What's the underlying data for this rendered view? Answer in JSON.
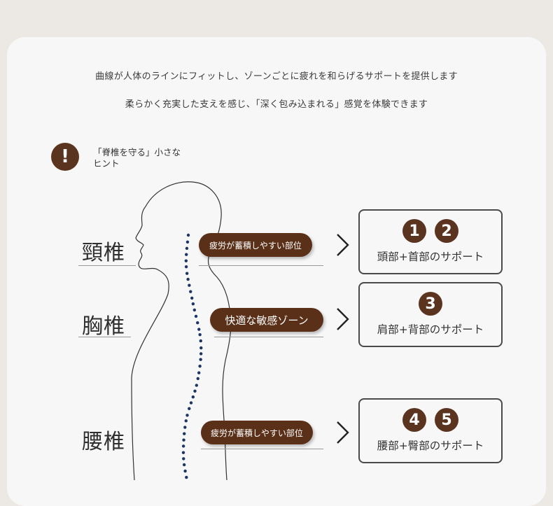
{
  "intro": {
    "line1": "曲線が人体のラインにフィットし、ゾーンごとに疲れを和らげるサポートを提供します",
    "line2": "柔らかく充実した支えを感じ、「深く包み込まれる」感覚を体験できます"
  },
  "hint": {
    "icon": "!",
    "line1": "「脊椎を守る」小さな",
    "line2": "ヒント"
  },
  "zones": [
    {
      "name": "頸椎",
      "tag": "疲労が蓄積しやすい部位",
      "numbers": [
        "1",
        "2"
      ],
      "support": "頭部+首部のサポート"
    },
    {
      "name": "胸椎",
      "tag": "快適な敏感ゾーン",
      "numbers": [
        "3"
      ],
      "support": "肩部+背部のサポート"
    },
    {
      "name": "腰椎",
      "tag": "疲労が蓄積しやすい部位",
      "numbers": [
        "4",
        "5"
      ],
      "support": "腰部+臀部のサポート"
    }
  ],
  "colors": {
    "brown": "#5b3420",
    "pill": "#5a3018",
    "spine_dots": "#1c3564",
    "background": "#ece8e4",
    "card": "#f7f7f7"
  }
}
